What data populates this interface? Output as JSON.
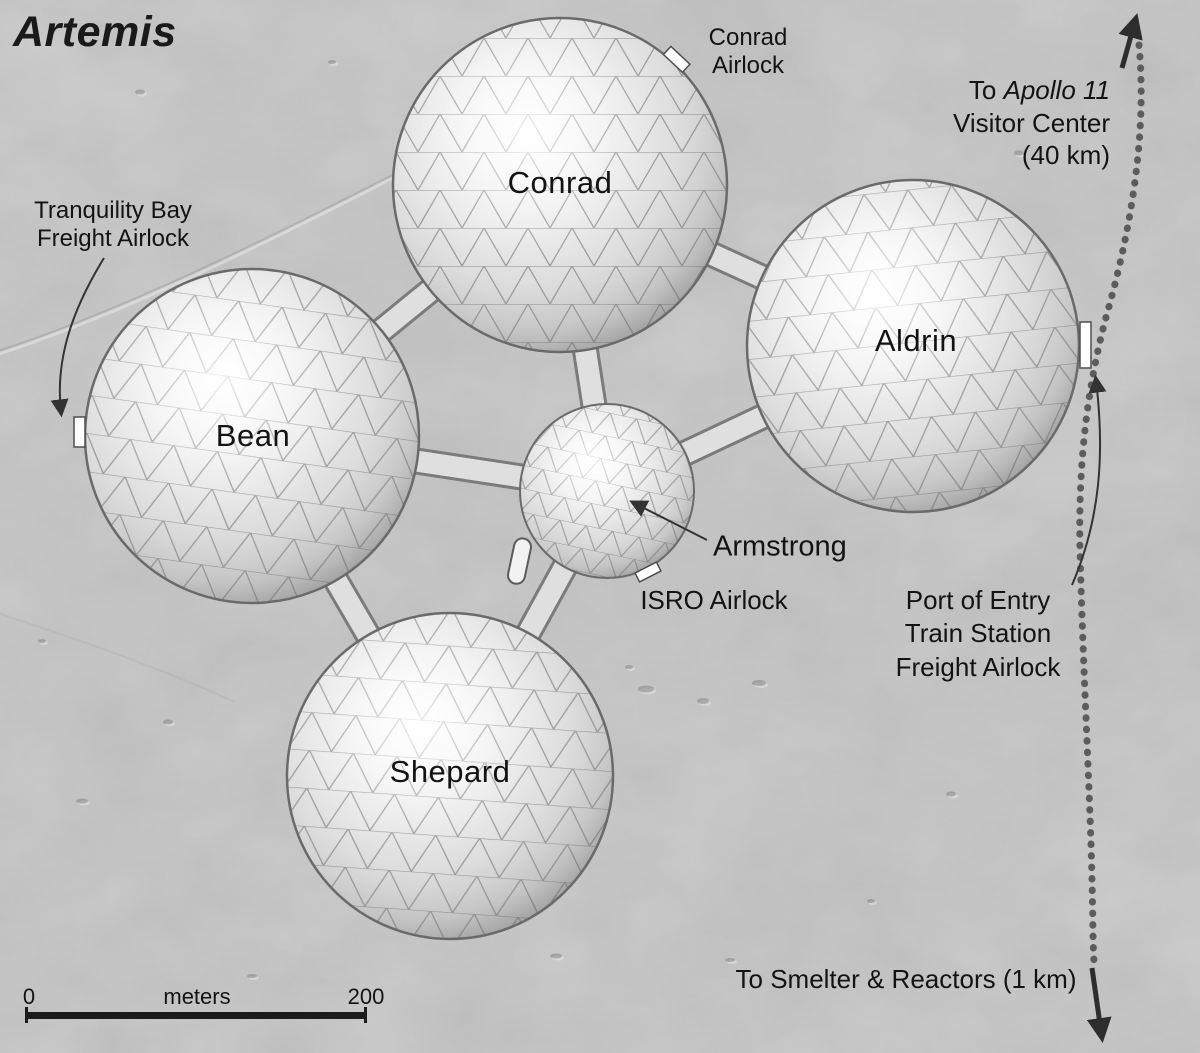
{
  "title": "Artemis",
  "domes": {
    "conrad": "Conrad",
    "bean": "Bean",
    "aldrin": "Aldrin",
    "armstrong": "Armstrong",
    "shepard": "Shepard"
  },
  "annotations": {
    "conrad_airlock": {
      "line1": "Conrad",
      "line2": "Airlock"
    },
    "apollo11": {
      "prefix": "To ",
      "name": "Apollo 11",
      "line2": "Visitor Center",
      "line3": "(40 km)"
    },
    "tranquility": {
      "line1": "Tranquility Bay",
      "line2": "Freight Airlock"
    },
    "isro_airlock": "ISRO Airlock",
    "port_of_entry": {
      "line1": "Port of Entry",
      "line2": "Train Station",
      "line3": "Freight Airlock"
    },
    "smelter": "To Smelter & Reactors (1 km)"
  },
  "scale_bar": {
    "start": "0",
    "unit": "meters",
    "end": "200"
  },
  "icons": {
    "train_track": "dotted-rail-line",
    "track_arrow_up": "arrow-up",
    "track_arrow_down": "arrow-down",
    "airlock_marker": "white-rectangle-hatch"
  },
  "colors": {
    "background": "#c8c8c8",
    "dome_fill": "#e3e3e3",
    "mesh_line": "#8f8f8f",
    "tunnel_fill": "#dfdfdf",
    "text": "#131313",
    "track": "#5c5c5c"
  }
}
